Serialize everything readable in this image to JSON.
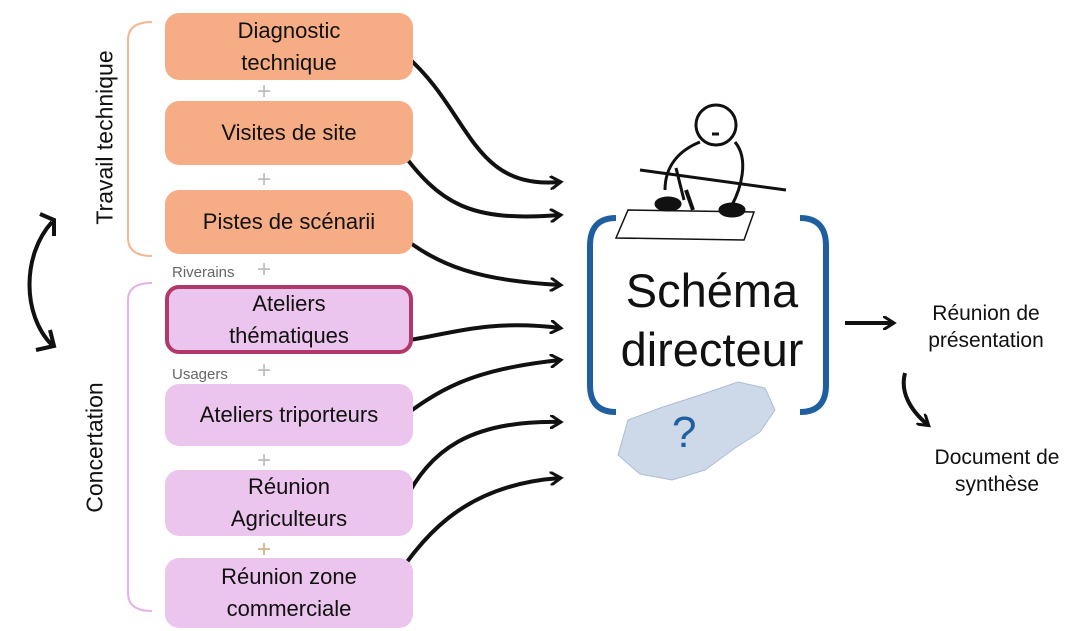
{
  "groups": {
    "technique": "Travail technique",
    "concertation": "Concertation"
  },
  "boxes": [
    {
      "label": "Diagnostic\ntechnique",
      "kind": "orange"
    },
    {
      "label": "Visites de site",
      "kind": "orange"
    },
    {
      "label": "Pistes de scénarii",
      "kind": "orange"
    },
    {
      "label": "Ateliers\nthématiques",
      "kind": "purple",
      "highlight": true
    },
    {
      "label": "Ateliers triporteurs",
      "kind": "purple"
    },
    {
      "label": "Réunion\nAgriculteurs",
      "kind": "purple"
    },
    {
      "label": "Réunion zone\ncommerciale",
      "kind": "purple"
    }
  ],
  "plus_sign": "+",
  "annotations": {
    "riverains": "Riverains",
    "usagers": "Usagers"
  },
  "center": {
    "label": "Schéma\ndirecteur",
    "question": "?"
  },
  "outputs": {
    "first": "Réunion de\nprésentation",
    "second": "Document de\nsynthèse"
  },
  "colors": {
    "orange": "#f6ad85",
    "purple": "#ecc5ee",
    "highlight_border": "#b2386a",
    "bracket_blue": "#1f5fa0"
  }
}
